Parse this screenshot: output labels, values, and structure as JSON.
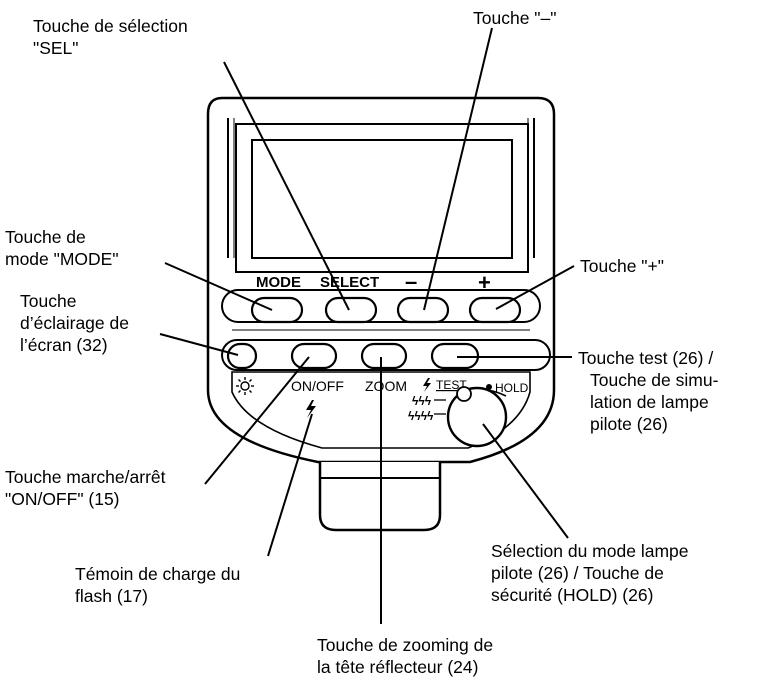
{
  "callouts": {
    "sel": [
      "Touche de sélection",
      "\"SEL\""
    ],
    "minus": [
      "Touche \"–\""
    ],
    "mode": [
      "Touche de",
      "mode \"MODE\""
    ],
    "plus": [
      "Touche \"+\""
    ],
    "light": [
      "Touche",
      "d’éclairage de",
      "l’écran (32)"
    ],
    "test": [
      "Touche test (26) /",
      "Touche de simu-",
      "lation de lampe",
      "pilote (26)"
    ],
    "onoff": [
      "Touche marche/arrêt",
      "\"ON/OFF\" (15)"
    ],
    "charge": [
      "Témoin de charge du",
      "flash (17)"
    ],
    "pilot": [
      "Sélection du mode lampe",
      "pilote (26) / Touche de",
      "sécurité (HOLD) (26)"
    ],
    "zoom": [
      "Touche de zooming de",
      "la tête réflecteur (24)"
    ]
  },
  "panel": {
    "mode": "MODE",
    "select": "SELECT",
    "minus": "–",
    "plus": "+",
    "onoff": "ON/OFF",
    "zoom": "ZOOM",
    "test": "TEST",
    "hold": "HOLD"
  }
}
